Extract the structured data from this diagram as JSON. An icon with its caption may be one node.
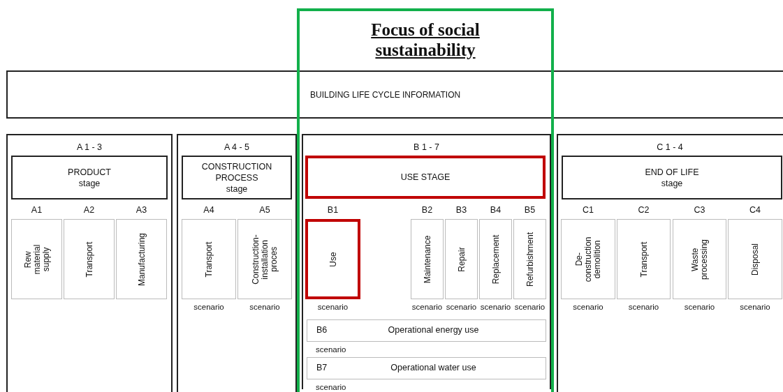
{
  "diagram": {
    "nodes": [
      {
        "text": [
          "Focus of social sustainability"
        ]
      },
      {
        "text": [
          "BUILDING LIFE CYCLE INFORMATION"
        ]
      },
      {
        "text": [
          "A 1 - 3"
        ]
      },
      {
        "text": [
          "PRODUCT",
          "stage"
        ],
        "in": 2
      },
      {
        "text": [
          "A1",
          "Rew material supply"
        ],
        "in": 2
      },
      {
        "text": [
          "A2",
          "Transport"
        ],
        "in": 2
      },
      {
        "text": [
          "A3",
          "Manufacturing"
        ],
        "in": 2
      },
      {
        "text": [
          "A 4 - 5"
        ]
      },
      {
        "text": [
          "CONSTRUCTION PROCESS",
          "stage"
        ],
        "in": 7
      },
      {
        "text": [
          "A4",
          "Transport"
        ],
        "in": 7,
        "beside": [
          "scenario"
        ]
      },
      {
        "text": [
          "A5",
          "Construction-installation proces"
        ],
        "in": 7,
        "beside": [
          "scenario"
        ]
      },
      {
        "text": [
          "B 1 - 7"
        ],
        "in": 0
      },
      {
        "text": [
          "USE STAGE"
        ],
        "in": 11
      },
      {
        "text": [
          "B1",
          "Use"
        ],
        "in": 11,
        "beside": [
          "scenario"
        ]
      },
      {
        "text": [
          "B2",
          "Maintenance"
        ],
        "in": 11,
        "beside": [
          "scenario"
        ]
      },
      {
        "text": [
          "B3",
          "Repair"
        ],
        "in": 11,
        "beside": [
          "scenario"
        ]
      },
      {
        "text": [
          "B4",
          "Replacement"
        ],
        "in": 11,
        "beside": [
          "scenario"
        ]
      },
      {
        "text": [
          "B5",
          "Refurbishment"
        ],
        "in": 11,
        "beside": [
          "scenario"
        ]
      },
      {
        "text": [
          "B6",
          "Operational energy use"
        ],
        "in": 11,
        "beside": [
          "scenario"
        ]
      },
      {
        "text": [
          "B7",
          "Operational water use"
        ],
        "in": 11,
        "beside": [
          "scenario"
        ]
      },
      {
        "text": [
          "C 1 - 4"
        ]
      },
      {
        "text": [
          "END OF LIFE",
          "stage"
        ],
        "in": 20
      },
      {
        "text": [
          "C1",
          "De-construction demolition"
        ],
        "in": 20,
        "beside": [
          "scenario"
        ]
      },
      {
        "text": [
          "C2",
          "Transport"
        ],
        "in": 20,
        "beside": [
          "scenario"
        ]
      },
      {
        "text": [
          "C3",
          "Waste processing"
        ],
        "in": 20,
        "beside": [
          "scenario"
        ]
      },
      {
        "text": [
          "C4",
          "Disposal"
        ],
        "in": 20,
        "beside": [
          "scenario"
        ]
      }
    ]
  }
}
